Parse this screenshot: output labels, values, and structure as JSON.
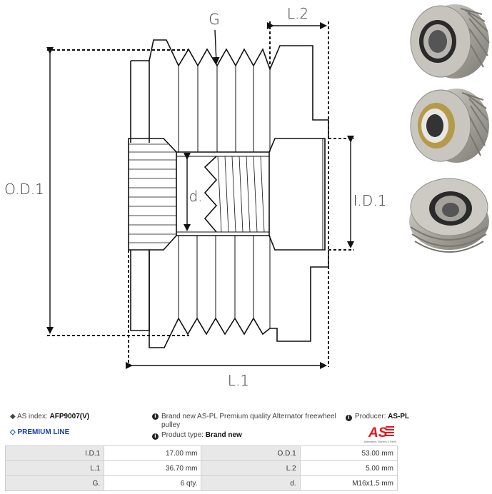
{
  "drawing": {
    "labels": {
      "groove": "G",
      "length2": "L.2",
      "outer_diameter": "O.D.1",
      "inner_diameter": "I.D.1",
      "thread": "d.",
      "length1": "L.1"
    }
  },
  "photos": [
    "pulley-front-view",
    "pulley-back-view",
    "pulley-splined-view"
  ],
  "info": {
    "index_label": "AS index:",
    "index_value": "AFP9007(V)",
    "premium_line": "PREMIUM LINE",
    "description": "Brand new AS-PL Premium quality Alternator freewheel pulley",
    "producer_label": "Producer:",
    "producer_value": "AS-PL",
    "product_type_label": "Product type:",
    "product_type_value": "Brand new",
    "logo_text": "AS",
    "logo_tagline": "Alternators, Starters & Parts"
  },
  "specs": [
    {
      "k1": "I.D.1",
      "v1": "17.00 mm",
      "k2": "O.D.1",
      "v2": "53.00 mm"
    },
    {
      "k1": "L.1",
      "v1": "36.70 mm",
      "k2": "L.2",
      "v2": "5.00 mm"
    },
    {
      "k1": "G.",
      "v1": "6 qty.",
      "k2": "d.",
      "v2": "M16x1.5 mm"
    }
  ],
  "colors": {
    "accent_blue": "#1a3fb0",
    "logo_red": "#e3171b"
  }
}
